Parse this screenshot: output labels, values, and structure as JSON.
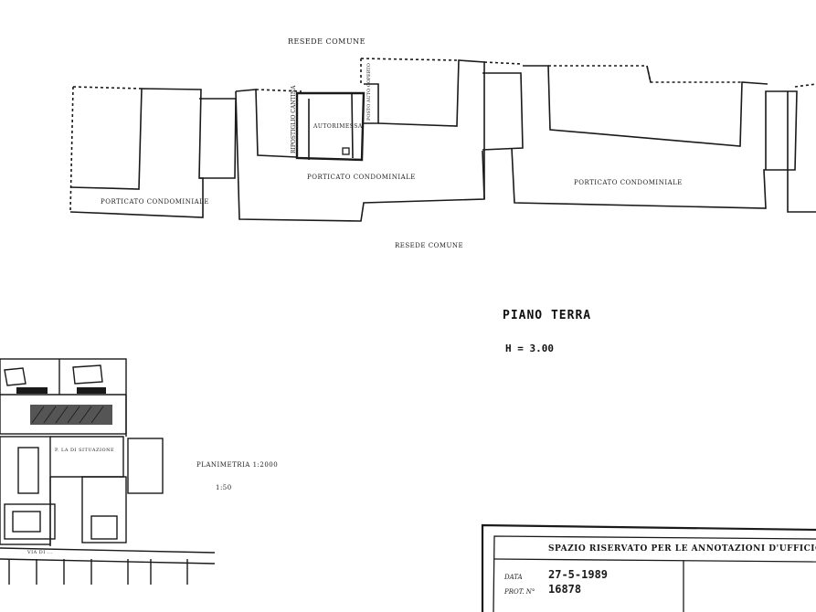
{
  "plan_labels": {
    "top_green": "RESEDE COMUNE",
    "bottom_green": "RESEDE COMUNE",
    "portico_left": "PORTICATO CONDOMINIALE",
    "portico_center": "PORTICATO CONDOMINIALE",
    "portico_right": "PORTICATO CONDOMINIALE",
    "garage": "AUTORIMESSA",
    "side_room": "RIPOSTIGLIO CANTINA",
    "vent": "POSTO AUTO COPERTO"
  },
  "titles": {
    "floor": "PIANO TERRA",
    "height": "H = 3.00",
    "site_plan": "PLANIMETRIA 1:2000",
    "site_height": "1:50"
  },
  "site_labels": {
    "road_name": "VIA DI ...",
    "detail": "P. LA DI SITUAZIONE"
  },
  "office_box": {
    "heading": "SPAZIO RISERVATO PER LE ANNOTAZIONI D'UFFICIO",
    "date_label": "DATA",
    "date_value": "27-5-1989",
    "prot_label": "PROT. N°",
    "prot_value": "16878"
  }
}
